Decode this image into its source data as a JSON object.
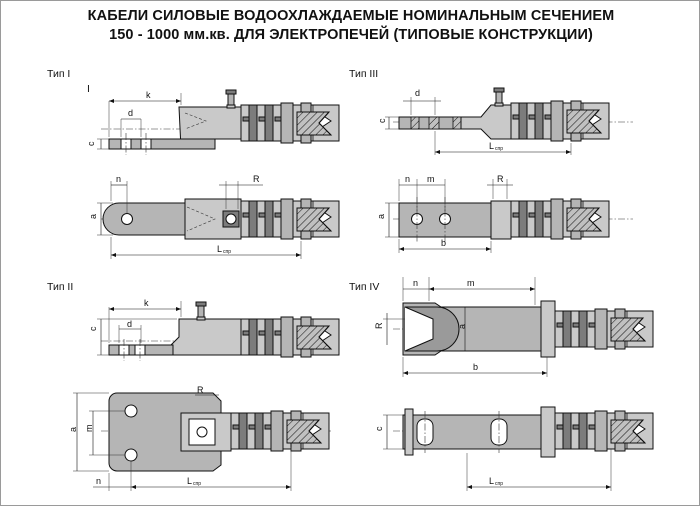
{
  "title": {
    "line1": "КАБЕЛИ СИЛОВЫЕ  ВОДООХЛАЖДАЕМЫЕ НОМИНАЛЬНЫМ СЕЧЕНИЕМ",
    "line2": "150 - 1000 мм.кв. ДЛЯ ЭЛЕКТРОПЕЧЕЙ (ТИПОВЫЕ КОНСТРУКЦИИ)"
  },
  "types": {
    "t1": "Тип  I",
    "t1_mark": "I",
    "t2": "Тип  II",
    "t3": "Тип  III",
    "t4": "Тип IV"
  },
  "dims": {
    "k": "k",
    "d": "d",
    "c": "c",
    "n": "n",
    "R": "R",
    "a": "a",
    "m": "m",
    "b": "b",
    "L": "L",
    "L_sub": "спр"
  },
  "colors": {
    "line": "#111111",
    "fill_light": "#c9c9c9",
    "fill_dark": "#7c7c7c",
    "background": "#ffffff"
  }
}
